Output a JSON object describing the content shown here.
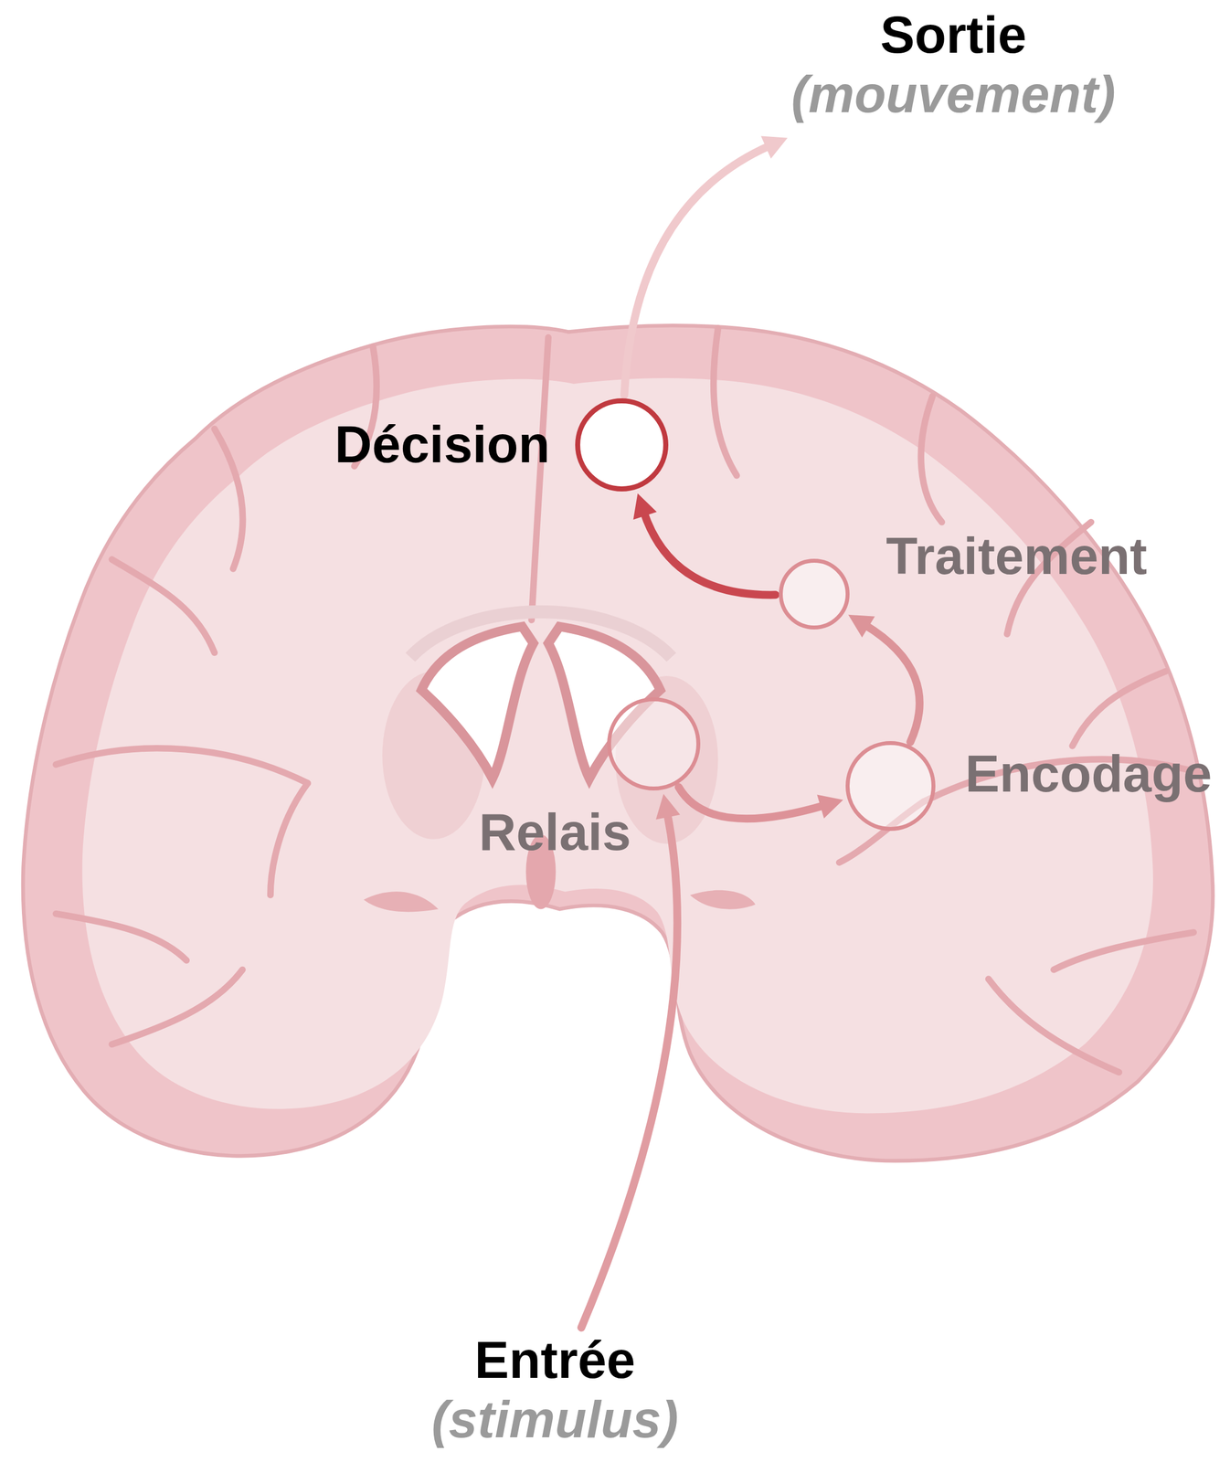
{
  "diagram": {
    "nodes": [
      {
        "text": [
          "Sortie",
          "(mouvement)"
        ]
      },
      {
        "text": [
          "Décision"
        ]
      },
      {
        "text": [
          "Traitement"
        ]
      },
      {
        "text": [
          "Encodage"
        ]
      },
      {
        "text": [
          "Relais"
        ]
      },
      {
        "text": [
          "Entrée",
          "(stimulus)"
        ]
      }
    ],
    "edges": [
      {
        "from": 5,
        "to": 4,
        "arrow": "to"
      },
      {
        "from": 4,
        "to": 3,
        "arrow": "to"
      },
      {
        "from": 3,
        "to": 2,
        "arrow": "to"
      },
      {
        "from": 2,
        "to": 1,
        "arrow": "to"
      },
      {
        "from": 1,
        "to": 0,
        "arrow": "to"
      }
    ]
  }
}
